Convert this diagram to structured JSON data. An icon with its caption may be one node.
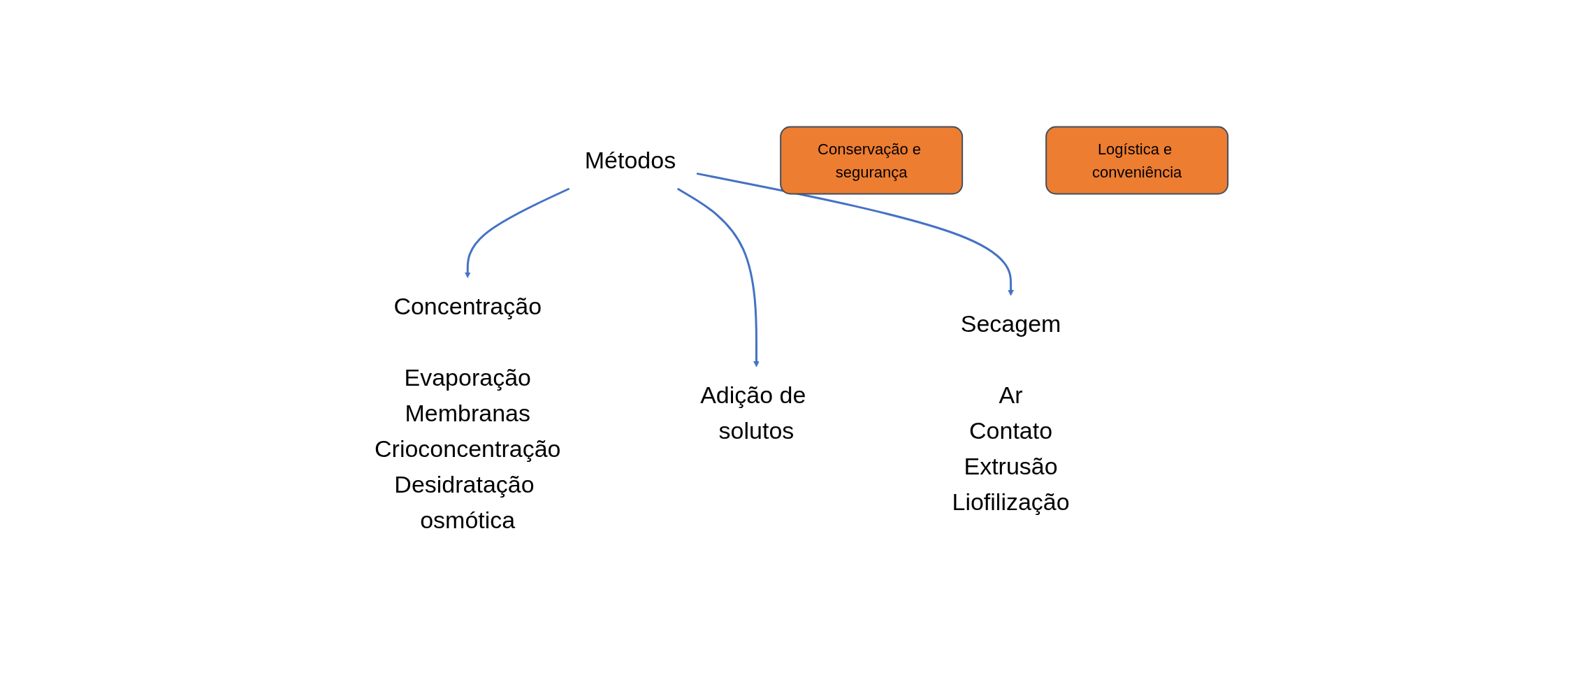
{
  "diagram": {
    "nodes": [
      {
        "text": [
          "Métodos"
        ]
      },
      {
        "text": [
          "Conservação e segurança"
        ]
      },
      {
        "text": [
          "Logística e conveniência"
        ]
      },
      {
        "text": [
          "Concentração"
        ],
        "beside": [
          "Evaporação",
          "Membranas",
          "Crioconcentração",
          "Desidratação osmótica"
        ]
      },
      {
        "text": [
          "Adição de solutos"
        ]
      },
      {
        "text": [
          "Secagem"
        ],
        "beside": [
          "Ar",
          "Contato",
          "Extrusão",
          "Liofilização"
        ]
      }
    ],
    "edges": [
      {
        "from": 0,
        "to": 3,
        "arrow": "to",
        "color": "#4472c4"
      },
      {
        "from": 0,
        "to": 4,
        "arrow": "to",
        "color": "#4472c4"
      },
      {
        "from": 0,
        "to": 5,
        "arrow": "to",
        "color": "#4472c4"
      }
    ]
  }
}
